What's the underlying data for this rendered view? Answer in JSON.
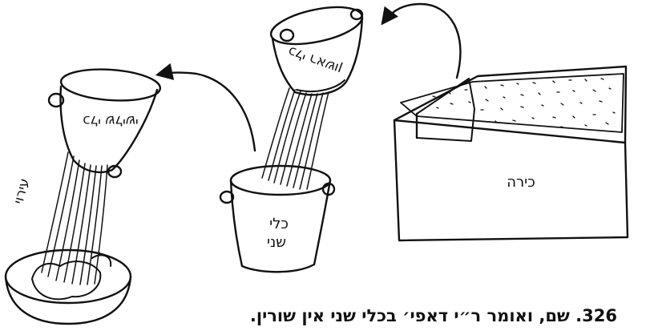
{
  "labels": {
    "kli_rishon": "כלי ראשון",
    "irui": "עירוי",
    "kli_sheni_line1": "כלי",
    "kli_sheni_line2": "שני",
    "kli_shlishi": "כלי שלישי",
    "kira": "כירה"
  },
  "caption": "326. שם, ואומר ר״י דאפי׳ בכלי שני אין שורין."
}
